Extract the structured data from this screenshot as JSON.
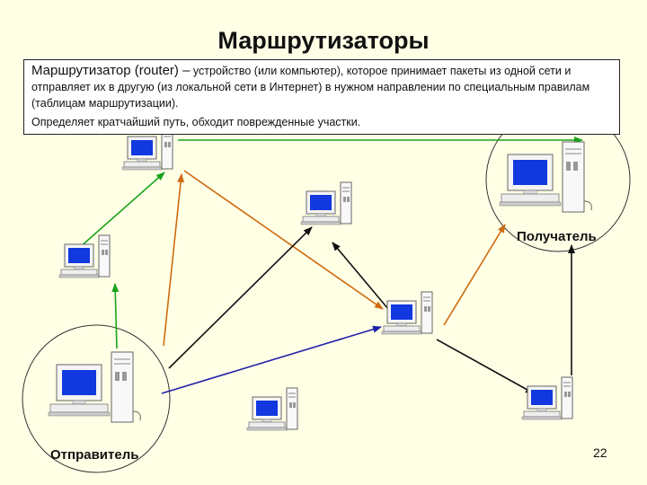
{
  "slide": {
    "title": "Маршрутизаторы",
    "definition_term": "Маршрутизатор (router) –",
    "definition_text": " устройство (или компьютер), которое принимает пакеты из одной сети и отправляет их в другую (из локальной сети в Интернет) в нужном направлении по специальным правилам (таблицам   маршрутизации).",
    "definition_line2": "Определяет кратчайший путь, обходит поврежденные участки.",
    "sender_label": "Отправитель",
    "receiver_label": "Получатель",
    "page_number": "22"
  },
  "colors": {
    "background": "#ffffe6",
    "path_green": "#1aa31a",
    "path_orange": "#d06a10",
    "path_blue": "#2020aa",
    "path_black": "#111111"
  },
  "diagram": {
    "nodes": [
      {
        "id": "sender",
        "role": "sender"
      },
      {
        "id": "n-topleft",
        "role": "router"
      },
      {
        "id": "n-left",
        "role": "router"
      },
      {
        "id": "n-topcenter",
        "role": "router"
      },
      {
        "id": "n-center",
        "role": "router"
      },
      {
        "id": "n-bottomcenter",
        "role": "router"
      },
      {
        "id": "n-bottomright",
        "role": "router"
      },
      {
        "id": "receiver",
        "role": "receiver"
      }
    ],
    "edges": [
      {
        "from": "sender",
        "to": "n-left",
        "color": "green"
      },
      {
        "from": "n-left",
        "to": "n-topleft",
        "color": "green"
      },
      {
        "from": "n-topleft",
        "to": "receiver",
        "color": "green"
      },
      {
        "from": "sender",
        "to": "n-topleft",
        "color": "orange"
      },
      {
        "from": "n-topleft",
        "to": "n-center",
        "color": "orange"
      },
      {
        "from": "n-center",
        "to": "receiver",
        "color": "orange"
      },
      {
        "from": "sender",
        "to": "n-center",
        "color": "blue"
      },
      {
        "from": "sender",
        "to": "n-topcenter",
        "color": "black"
      },
      {
        "from": "n-center",
        "to": "n-topcenter",
        "color": "black"
      },
      {
        "from": "n-center",
        "to": "n-bottomright",
        "color": "black"
      },
      {
        "from": "n-bottomright",
        "to": "receiver",
        "color": "black"
      }
    ]
  }
}
